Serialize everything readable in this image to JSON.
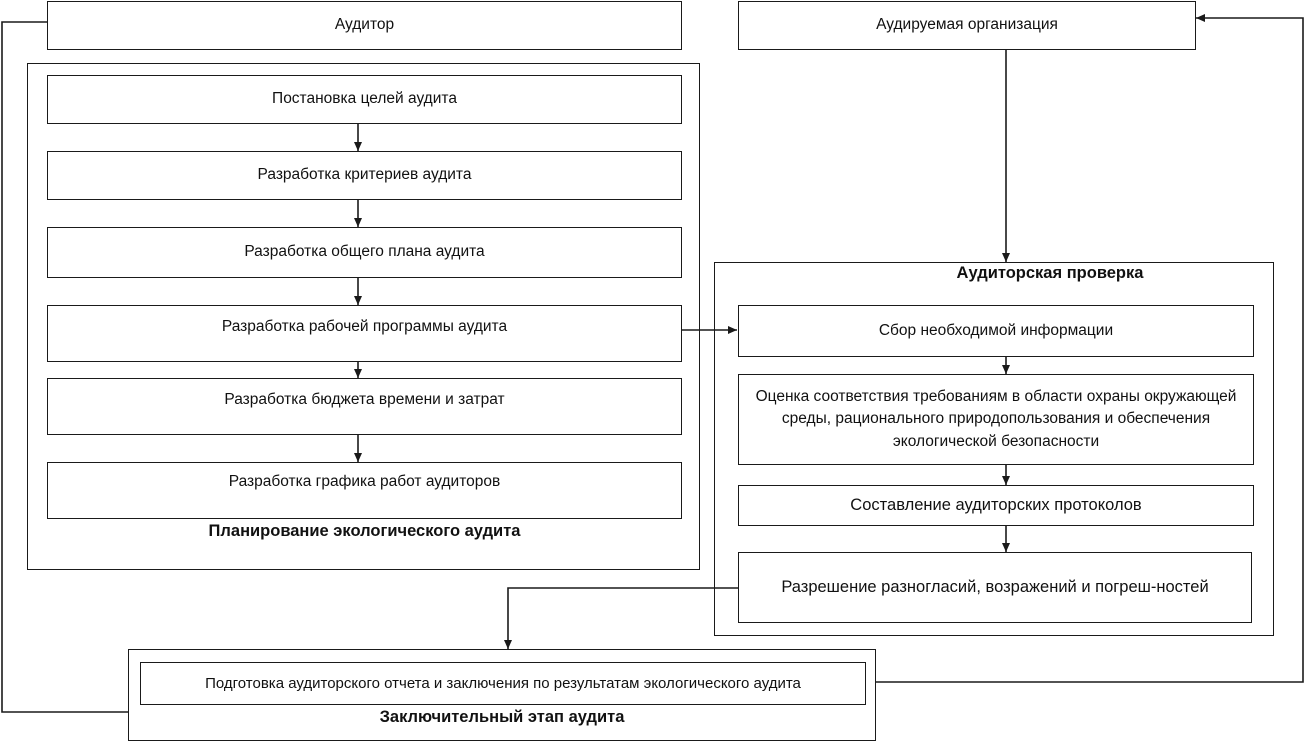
{
  "auditor": "Аудитор",
  "auditee": "Аудируемая организация",
  "planning": {
    "title": "Планирование экологического аудита",
    "steps": [
      "Постановка целей аудита",
      "Разработка критериев аудита",
      "Разработка общего плана аудита",
      "Разработка рабочей программы аудита",
      "Разработка бюджета времени и затрат",
      "Разработка графика работ аудиторов"
    ]
  },
  "inspection": {
    "title": "Аудиторская проверка",
    "steps": [
      "Сбор необходимой информации",
      "Оценка соответствия требованиям в области охраны окружающей среды, рационального природопользования и обеспечения экологической безопасности",
      "Составление аудиторских протоколов",
      "Разрешение разногласий, возражений и погреш-ностей"
    ]
  },
  "final": {
    "title": "Заключительный этап аудита",
    "step": "Подготовка аудиторского отчета и заключения по результатам экологического аудита"
  }
}
